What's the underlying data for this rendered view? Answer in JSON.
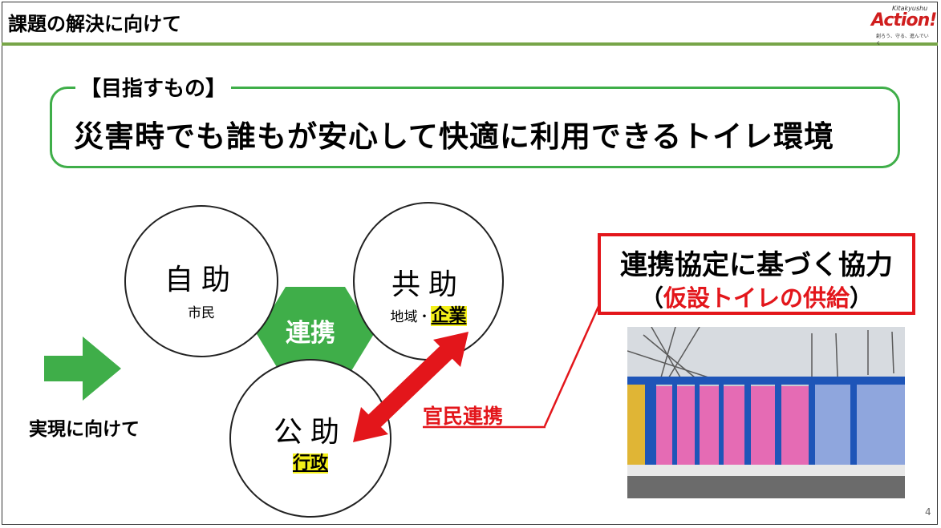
{
  "slide": {
    "title": "課題の解決に向けて",
    "page_number": "4"
  },
  "logo": {
    "brand_small": "Kitakyushu",
    "brand": "Action!",
    "tagline": "創ろう、守る、進んでいく"
  },
  "goal": {
    "label": "【目指すもの】",
    "statement": "災害時でも誰もが安心して快適に利用できるトイレ環境"
  },
  "diagram": {
    "self_help": {
      "name": "自助",
      "sub": "市民"
    },
    "mutual_help": {
      "name": "共助",
      "sub_prefix": "地域・",
      "sub_highlight": "企業"
    },
    "public_help": {
      "name": "公助",
      "sub_highlight": "行政"
    },
    "center_label": "連携",
    "public_private_label": "官民連携",
    "realize_label": "実現に向けて"
  },
  "callout": {
    "title": "連携協定に基づく協力",
    "paren_open": "（",
    "detail": "仮設トイレの供給",
    "paren_close": "）"
  },
  "colors": {
    "accent_green": "#3fae49",
    "title_rule_green": "#77a548",
    "accent_red": "#e3161b",
    "highlight_yellow": "#f3ef1a"
  }
}
